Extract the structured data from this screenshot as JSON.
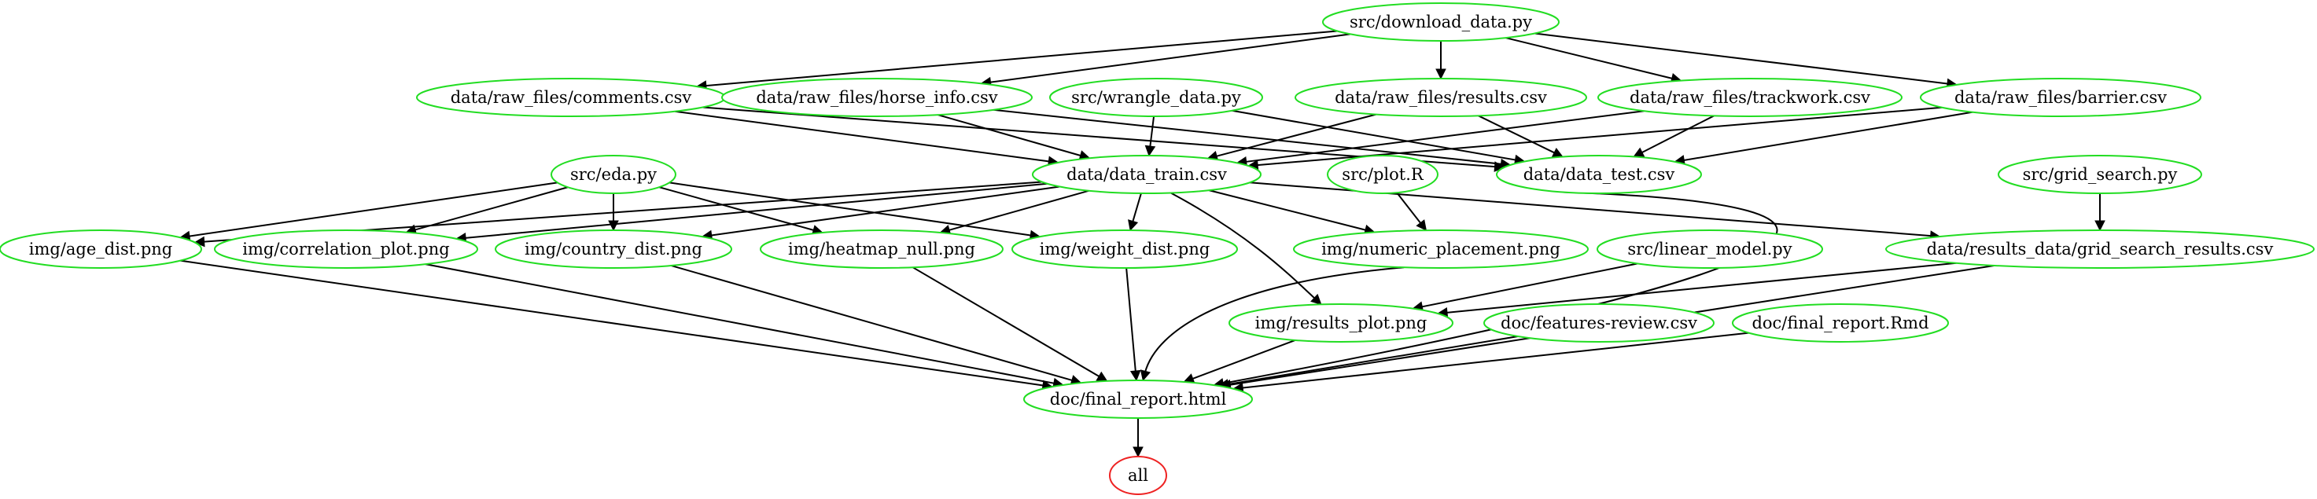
{
  "graph": {
    "colors": {
      "node_default": "#22dd22",
      "node_target": "#ee2222",
      "edge": "#000000"
    },
    "nodes": [
      {
        "id": "download",
        "label": "src/download_data.py",
        "color": "node_default"
      },
      {
        "id": "comments",
        "label": "data/raw_files/comments.csv",
        "color": "node_default"
      },
      {
        "id": "horse_info",
        "label": "data/raw_files/horse_info.csv",
        "color": "node_default"
      },
      {
        "id": "wrangle",
        "label": "src/wrangle_data.py",
        "color": "node_default"
      },
      {
        "id": "results",
        "label": "data/raw_files/results.csv",
        "color": "node_default"
      },
      {
        "id": "trackwork",
        "label": "data/raw_files/trackwork.csv",
        "color": "node_default"
      },
      {
        "id": "barrier",
        "label": "data/raw_files/barrier.csv",
        "color": "node_default"
      },
      {
        "id": "eda",
        "label": "src/eda.py",
        "color": "node_default"
      },
      {
        "id": "train",
        "label": "data/data_train.csv",
        "color": "node_default"
      },
      {
        "id": "plotR",
        "label": "src/plot.R",
        "color": "node_default"
      },
      {
        "id": "test",
        "label": "data/data_test.csv",
        "color": "node_default"
      },
      {
        "id": "grid_search",
        "label": "src/grid_search.py",
        "color": "node_default"
      },
      {
        "id": "age_dist",
        "label": "img/age_dist.png",
        "color": "node_default"
      },
      {
        "id": "corr_plot",
        "label": "img/correlation_plot.png",
        "color": "node_default"
      },
      {
        "id": "country_dist",
        "label": "img/country_dist.png",
        "color": "node_default"
      },
      {
        "id": "heatmap",
        "label": "img/heatmap_null.png",
        "color": "node_default"
      },
      {
        "id": "weight_dist",
        "label": "img/weight_dist.png",
        "color": "node_default"
      },
      {
        "id": "numeric",
        "label": "img/numeric_placement.png",
        "color": "node_default"
      },
      {
        "id": "linear",
        "label": "src/linear_model.py",
        "color": "node_default"
      },
      {
        "id": "grid_results",
        "label": "data/results_data/grid_search_results.csv",
        "color": "node_default"
      },
      {
        "id": "results_plot",
        "label": "img/results_plot.png",
        "color": "node_default"
      },
      {
        "id": "features",
        "label": "doc/features-review.csv",
        "color": "node_default"
      },
      {
        "id": "rmd",
        "label": "doc/final_report.Rmd",
        "color": "node_default"
      },
      {
        "id": "html",
        "label": "doc/final_report.html",
        "color": "node_default"
      },
      {
        "id": "all",
        "label": "all",
        "color": "node_target"
      }
    ],
    "edges": [
      [
        "download",
        "comments"
      ],
      [
        "download",
        "horse_info"
      ],
      [
        "download",
        "results"
      ],
      [
        "download",
        "trackwork"
      ],
      [
        "download",
        "barrier"
      ],
      [
        "comments",
        "train"
      ],
      [
        "comments",
        "test"
      ],
      [
        "horse_info",
        "train"
      ],
      [
        "horse_info",
        "test"
      ],
      [
        "wrangle",
        "train"
      ],
      [
        "wrangle",
        "test"
      ],
      [
        "results",
        "train"
      ],
      [
        "results",
        "test"
      ],
      [
        "trackwork",
        "train"
      ],
      [
        "trackwork",
        "test"
      ],
      [
        "barrier",
        "train"
      ],
      [
        "barrier",
        "test"
      ],
      [
        "eda",
        "age_dist"
      ],
      [
        "eda",
        "corr_plot"
      ],
      [
        "eda",
        "country_dist"
      ],
      [
        "eda",
        "heatmap"
      ],
      [
        "eda",
        "weight_dist"
      ],
      [
        "train",
        "age_dist"
      ],
      [
        "train",
        "corr_plot"
      ],
      [
        "train",
        "country_dist"
      ],
      [
        "train",
        "heatmap"
      ],
      [
        "train",
        "weight_dist"
      ],
      [
        "train",
        "numeric"
      ],
      [
        "train",
        "grid_results"
      ],
      [
        "train",
        "results_plot"
      ],
      [
        "plotR",
        "numeric"
      ],
      [
        "grid_search",
        "grid_results"
      ],
      [
        "linear",
        "results_plot"
      ],
      [
        "grid_results",
        "results_plot"
      ],
      [
        "test",
        "html"
      ],
      [
        "age_dist",
        "html"
      ],
      [
        "corr_plot",
        "html"
      ],
      [
        "country_dist",
        "html"
      ],
      [
        "heatmap",
        "html"
      ],
      [
        "weight_dist",
        "html"
      ],
      [
        "numeric",
        "html"
      ],
      [
        "results_plot",
        "html"
      ],
      [
        "features",
        "html"
      ],
      [
        "rmd",
        "html"
      ],
      [
        "grid_results",
        "html"
      ],
      [
        "html",
        "all"
      ]
    ]
  }
}
